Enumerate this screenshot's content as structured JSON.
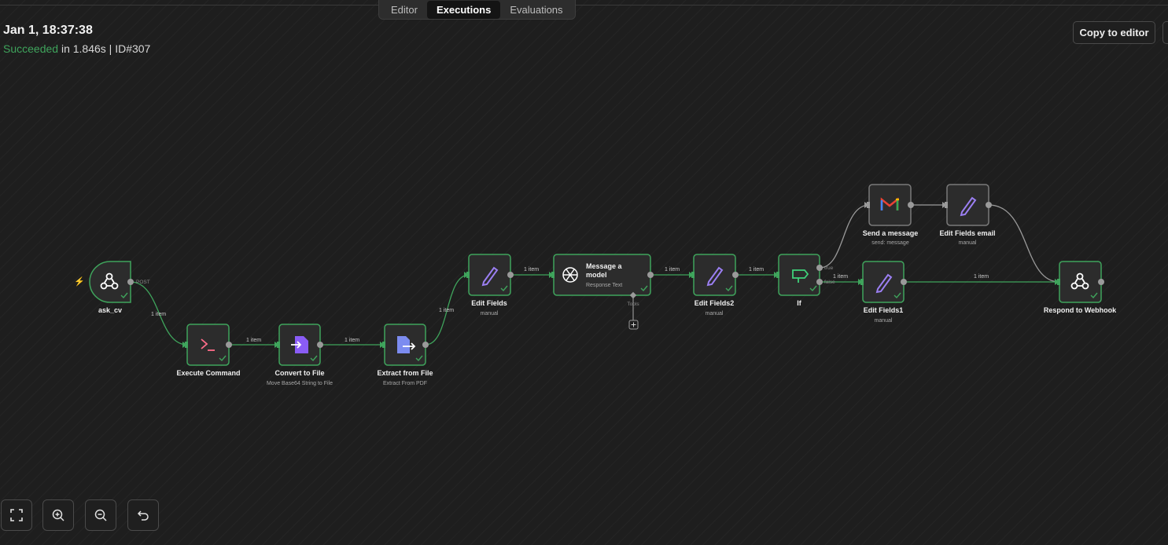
{
  "tabs": {
    "editor": "Editor",
    "executions": "Executions",
    "evaluations": "Evaluations"
  },
  "execution": {
    "date": "Jan 1, 18:37:38",
    "status": "Succeeded",
    "duration": " in 1.846s",
    "sep": " | ",
    "id": "ID#307"
  },
  "toolbar": {
    "copy_to_editor": "Copy to editor"
  },
  "nodes": {
    "ask_cv": {
      "name": "ask_cv",
      "port_label": "POST"
    },
    "execute_command": {
      "name": "Execute Command"
    },
    "convert_to_file": {
      "name": "Convert to File",
      "subtitle": "Move Base64 String to File"
    },
    "extract_from_file": {
      "name": "Extract from File",
      "subtitle": "Extract From PDF"
    },
    "edit_fields": {
      "name": "Edit Fields",
      "subtitle": "manual"
    },
    "message_model": {
      "name_line1": "Message a",
      "name_line2": "model",
      "subtitle": "Response Text",
      "tools_label": "Tools"
    },
    "edit_fields2": {
      "name": "Edit Fields2",
      "subtitle": "manual"
    },
    "if": {
      "name": "If",
      "true_label": "true",
      "false_label": "false"
    },
    "send_message": {
      "name": "Send a message",
      "subtitle": "send: message"
    },
    "edit_fields_email": {
      "name": "Edit Fields email",
      "subtitle": "manual"
    },
    "edit_fields1": {
      "name": "Edit Fields1",
      "subtitle": "manual"
    },
    "respond_webhook": {
      "name": "Respond to Webhook"
    }
  },
  "connections": {
    "c1": "1 item",
    "c2": "1 item",
    "c3": "1 item",
    "c4": "1 item",
    "c5": "1 item",
    "c6": "1 item",
    "c7": "1 item",
    "c8": "1 item",
    "c9": "1 item"
  },
  "colors": {
    "success": "#3fa45c",
    "node_bg": "#2c2c2c",
    "edge_success": "#3fa45c",
    "edge_default": "#9a9a9a"
  },
  "icons": [
    "webhook-icon",
    "terminal-icon",
    "convert-file-icon",
    "extract-file-icon",
    "pencil-icon",
    "openai-icon",
    "if-icon",
    "gmail-icon",
    "check-icon",
    "zap-icon",
    "fit-view-icon",
    "zoom-in-icon",
    "zoom-out-icon",
    "reset-icon"
  ]
}
